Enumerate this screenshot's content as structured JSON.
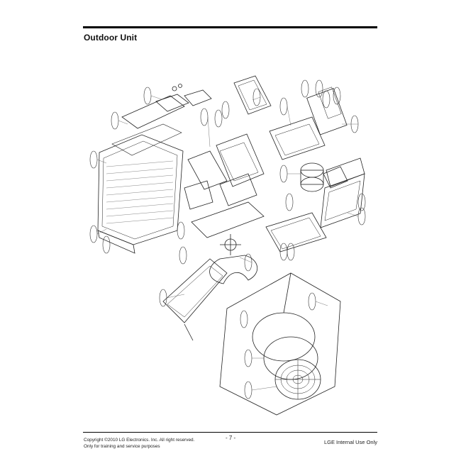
{
  "header": {
    "title": "Outdoor Unit"
  },
  "footer": {
    "copyright": "Copyright ©2010 LG Electronics. Inc. All right reserved.",
    "usage": "Only for training and service purposes",
    "page_number": "- 7 -",
    "internal": "LGE Internal Use Only"
  }
}
